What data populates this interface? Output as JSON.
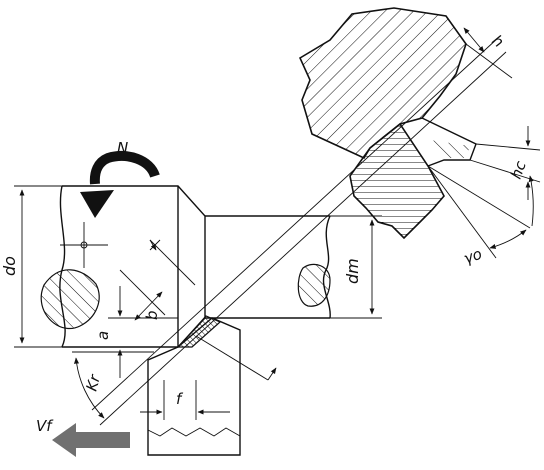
{
  "labels": {
    "rotation": "N",
    "outer_diameter": "do",
    "machined_diameter": "dm",
    "depth_of_cut": "a",
    "chip_width": "b",
    "approach_angle": "Kr",
    "feed_per_rev": "f",
    "feed_velocity": "Vf",
    "chip_thickness": "h",
    "deformed_chip_thickness": "hc",
    "rake_angle": "γo"
  },
  "colors": {
    "line": "#111111",
    "feed_arrow": "#707070",
    "background": "#ffffff"
  }
}
